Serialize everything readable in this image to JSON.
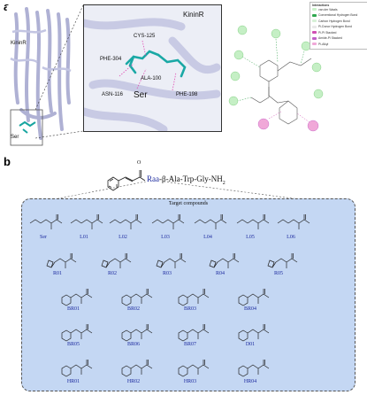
{
  "panel_a": {
    "label": "a",
    "receptor_left": "KininR",
    "ligand_left": "Ser",
    "inset_title": "KininR",
    "inset_residues": [
      "CYS-125",
      "PHE-304",
      "ALA-100",
      "ASN-116",
      "PHE-198"
    ],
    "inset_ligand": "Ser",
    "legend_title": "Interactions",
    "legend": [
      {
        "label": "van der Waals",
        "color": "#c9f2c9"
      },
      {
        "label": "Conventional Hydrogen Bond",
        "color": "#2fa84f"
      },
      {
        "label": "Carbon Hydrogen Bond",
        "color": "#d6f0d6"
      },
      {
        "label": "Pi-Donor Hydrogen Bond",
        "color": "#e8e8e8"
      },
      {
        "label": "Pi-Pi Stacked",
        "color": "#d04fb3"
      },
      {
        "label": "Amide-Pi Stacked",
        "color": "#c060c8"
      },
      {
        "label": "Pi-Alkyl",
        "color": "#f0a8d8"
      }
    ]
  },
  "panel_b": {
    "label": "b",
    "formula_prefix": "Raa",
    "formula_suffix": "-β-Ala-Trp-Gly-NH",
    "formula_subscript": "2",
    "carbonyl_o": "O",
    "box_title": "Target compounds",
    "compounds": [
      [
        "Ser",
        "L01",
        "L02",
        "L03",
        "L04",
        "L05",
        "L06"
      ],
      [
        "R01",
        "R02",
        "R03",
        "R04",
        "R05"
      ],
      [
        "BR01",
        "BR02",
        "BR03",
        "BR04"
      ],
      [
        "BR05",
        "BR06",
        "BR07",
        "D01"
      ],
      [
        "HR01",
        "HR02",
        "HR03",
        "HR04"
      ]
    ]
  }
}
